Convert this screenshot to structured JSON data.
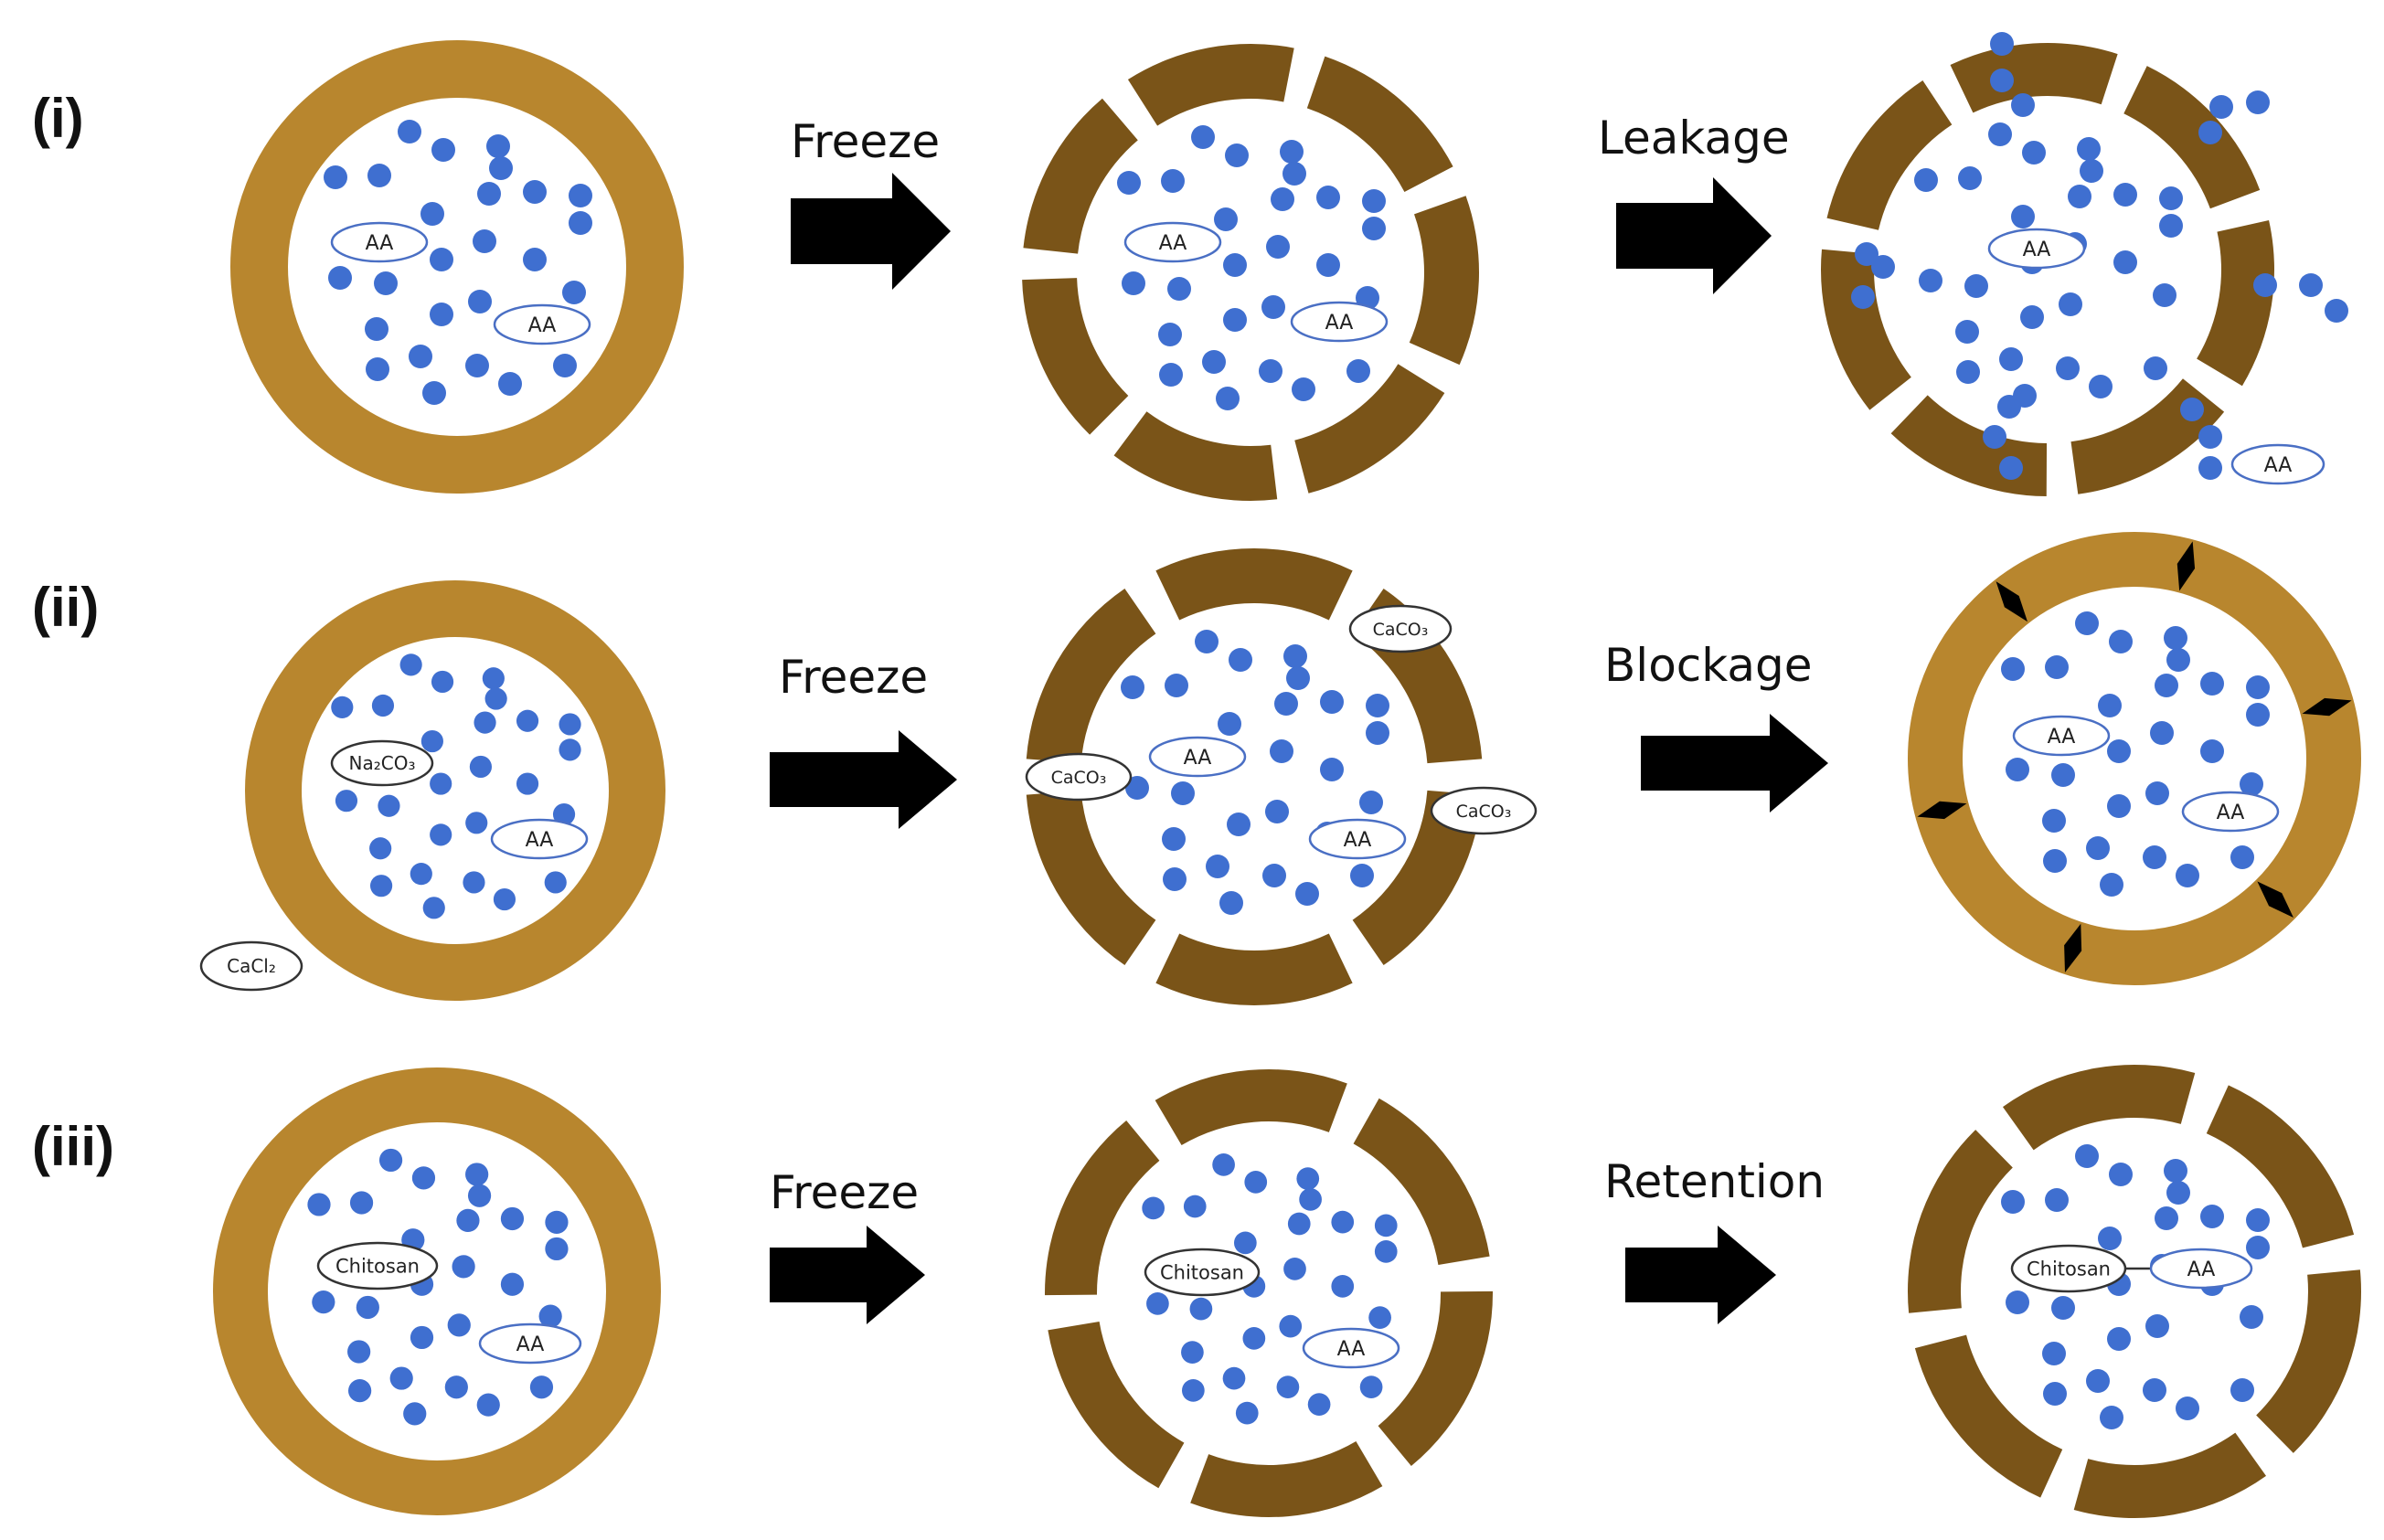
{
  "colors": {
    "intact_ring": "#B8862E",
    "fractured_ring": "#7A5418",
    "dot": "#3F6FD0",
    "arrow": "#000000",
    "aa_outline": "#4A6FC4",
    "compound_outline": "#333333"
  },
  "rows": [
    {
      "label": "(i)",
      "arrow1_label": "Freeze",
      "arrow2_label": "Leakage",
      "stage1": {
        "ellipses": [
          {
            "text": "AA"
          },
          {
            "text": "AA"
          }
        ]
      },
      "stage2": {
        "ellipses": [
          {
            "text": "AA"
          },
          {
            "text": "AA"
          }
        ]
      },
      "stage3": {
        "ellipses": [
          {
            "text": "AA"
          },
          {
            "text": "AA"
          }
        ]
      }
    },
    {
      "label": "(ii)",
      "arrow1_label": "Freeze",
      "arrow2_label": "Blockage",
      "stage1": {
        "ellipses": [
          {
            "text": "Na₂CO₃"
          },
          {
            "text": "AA"
          },
          {
            "text": "CaCl₂"
          }
        ]
      },
      "stage2": {
        "ellipses": [
          {
            "text": "CaCO₃"
          },
          {
            "text": "CaCO₃"
          },
          {
            "text": "AA"
          },
          {
            "text": "CaCO₃"
          },
          {
            "text": "AA"
          }
        ]
      },
      "stage3": {
        "ellipses": [
          {
            "text": "AA"
          },
          {
            "text": "AA"
          }
        ]
      }
    },
    {
      "label": "(iii)",
      "arrow1_label": "Freeze",
      "arrow2_label": "Retention",
      "stage1": {
        "ellipses": [
          {
            "text": "Chitosan"
          },
          {
            "text": "AA"
          }
        ]
      },
      "stage2": {
        "ellipses": [
          {
            "text": "Chitosan"
          },
          {
            "text": "AA"
          }
        ]
      },
      "stage3": {
        "ellipses": [
          {
            "text": "Chitosan"
          },
          {
            "text": "AA"
          }
        ]
      }
    }
  ]
}
